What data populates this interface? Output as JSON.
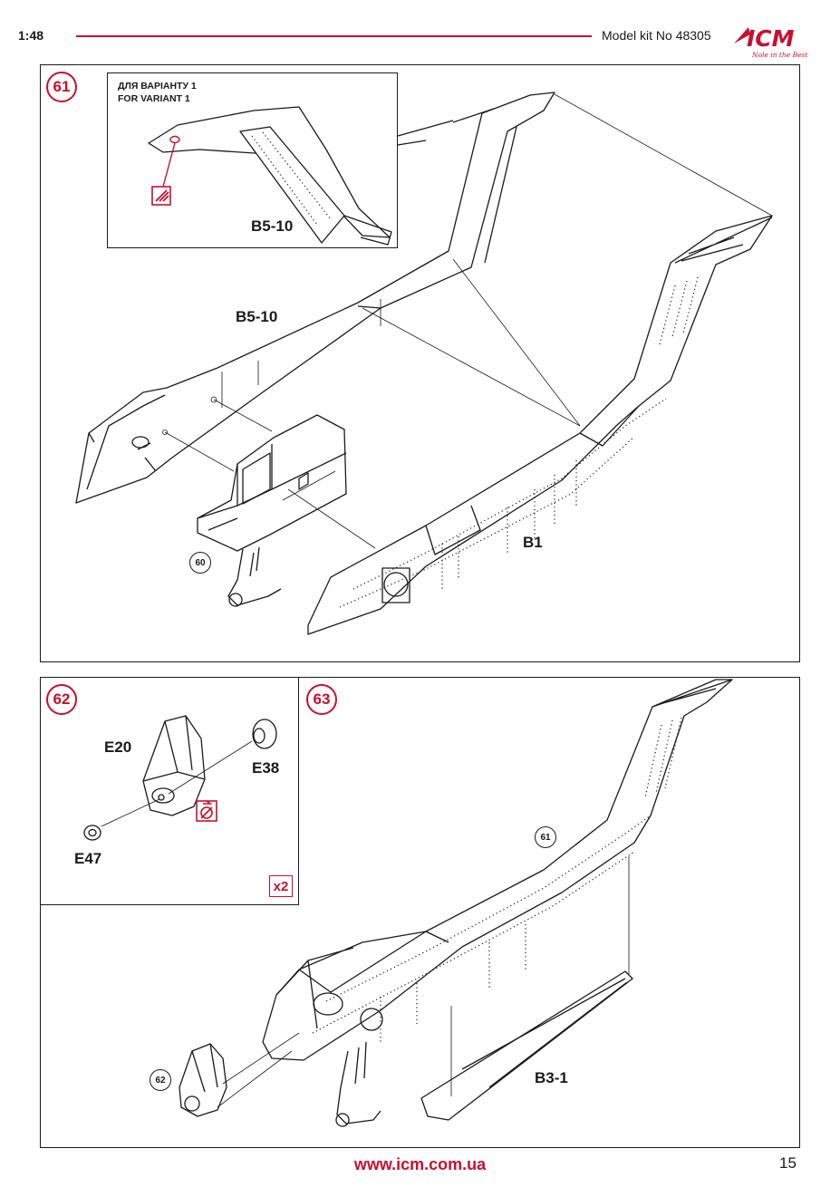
{
  "header": {
    "scale": "1:48",
    "kit_number": "Model kit No 48305",
    "logo_text": "ICM",
    "logo_tagline": "Nole in the Best"
  },
  "step61": {
    "number": "61",
    "inset_note_ua": "ДЛЯ ВАРІАНТУ 1",
    "inset_note_en": "FOR VARIANT 1",
    "inset_part": "B5-10",
    "part_left": "B5-10",
    "part_fuselage": "B1",
    "ref_step": "60"
  },
  "step62": {
    "number": "62",
    "part_engine": "E20",
    "part_cap": "E38",
    "part_washer": "E47",
    "quantity": "x2"
  },
  "step63": {
    "number": "63",
    "ref_step_tail": "61",
    "ref_step_engine": "62",
    "part_panel": "B3-1"
  },
  "footer": {
    "url": "www.icm.com.ua",
    "page_number": "15"
  }
}
